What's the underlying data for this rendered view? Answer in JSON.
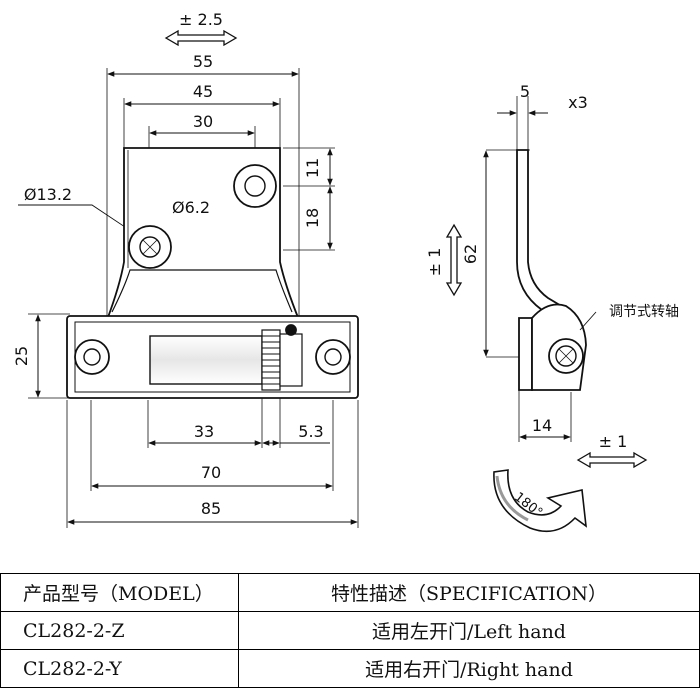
{
  "drawing": {
    "front_view": {
      "dim_tolerance_top": "± 2.5",
      "dim_55": "55",
      "dim_45": "45",
      "dim_30": "30",
      "dim_11": "11",
      "dim_18": "18",
      "dim_hole_large": "Ø13.2",
      "dim_hole_small": "Ø6.2",
      "dim_25": "25",
      "dim_33": "33",
      "dim_5_3": "5.3",
      "dim_70": "70",
      "dim_85": "85"
    },
    "side_view": {
      "dim_5": "5",
      "dim_x3": "x3",
      "dim_tolerance_vertical": "± 1",
      "dim_62": "62",
      "adjustable_label": "调节式转轴",
      "dim_14": "14",
      "dim_tolerance_horizontal": "± 1",
      "rotation_label": "180°"
    }
  },
  "table": {
    "headers": [
      "产品型号（MODEL）",
      "特性描述（SPECIFICATION）"
    ],
    "rows": [
      [
        "CL282-2-Z",
        "适用左开门/Left hand"
      ],
      [
        "CL282-2-Y",
        "适用右开门/Right hand"
      ]
    ]
  }
}
